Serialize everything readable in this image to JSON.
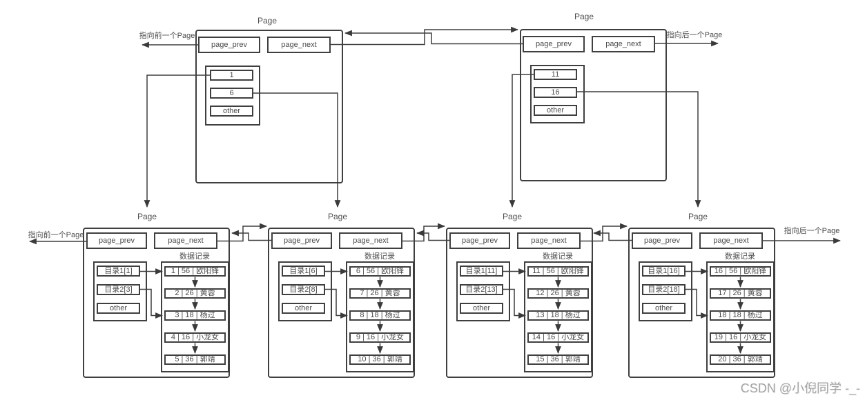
{
  "watermark": "CSDN @小倪同学 -_-",
  "colors": {
    "line": "#3f3f3f",
    "text": "#4a4a4a",
    "watermark": "#a3a3a3"
  },
  "top_pages": [
    {
      "title": "Page",
      "page_prev": "page_prev",
      "page_next": "page_next",
      "entries": [
        "1",
        "6",
        "other"
      ],
      "side_label": "指向前一个Page"
    },
    {
      "title": "Page",
      "page_prev": "page_prev",
      "page_next": "page_next",
      "entries": [
        "11",
        "16",
        "other"
      ],
      "side_label": "指向后一个Page"
    }
  ],
  "bottom_pages": [
    {
      "title": "Page",
      "page_prev": "page_prev",
      "page_next": "page_next",
      "records_label": "数据记录",
      "directory": [
        "目录1[1]",
        "目录2[3]",
        "other"
      ],
      "records": [
        "1 | 56 | 欧阳锋",
        "2 | 26 | 黄蓉",
        "3 | 18 | 杨过",
        "4 | 16 | 小龙女",
        "5 | 36 | 郭靖"
      ],
      "side_label": "指向前一个Page"
    },
    {
      "title": "Page",
      "page_prev": "page_prev",
      "page_next": "page_next",
      "records_label": "数据记录",
      "directory": [
        "目录1[6]",
        "目录2[8]",
        "other"
      ],
      "records": [
        "6 | 56 | 欧阳锋",
        "7 | 26 | 黄蓉",
        "8 | 18 | 杨过",
        "9 | 16 | 小龙女",
        "10 | 36 | 郭靖"
      ]
    },
    {
      "title": "Page",
      "page_prev": "page_prev",
      "page_next": "page_next",
      "records_label": "数据记录",
      "directory": [
        "目录1[11]",
        "目录2[13]",
        "other"
      ],
      "records": [
        "11 | 56 | 欧阳锋",
        "12 | 26 | 黄蓉",
        "13 | 18 | 杨过",
        "14 | 16 | 小龙女",
        "15 | 36 | 郭靖"
      ]
    },
    {
      "title": "Page",
      "page_prev": "page_prev",
      "page_next": "page_next",
      "records_label": "数据记录",
      "directory": [
        "目录1[16]",
        "目录2[18]",
        "other"
      ],
      "records": [
        "16 | 56 | 欧阳锋",
        "17 | 26 | 黄蓉",
        "18 | 18 | 杨过",
        "19 | 16 | 小龙女",
        "20 | 36 | 郭靖"
      ],
      "side_label": "指向后一个Page"
    }
  ]
}
